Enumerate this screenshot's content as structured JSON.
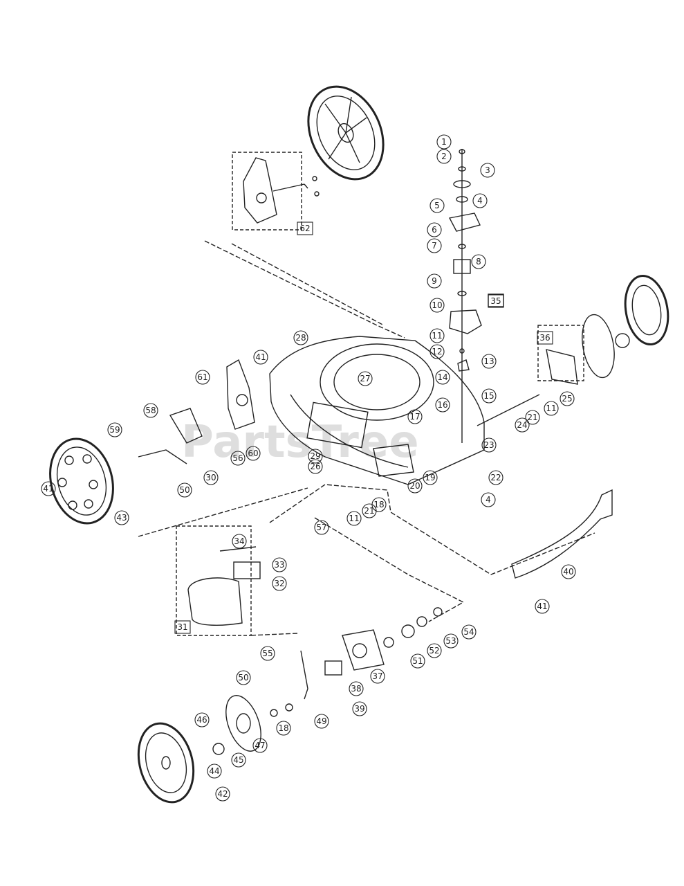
{
  "watermark": "PartsTree",
  "colors": {
    "line": "#222222",
    "paper": "#ffffff",
    "watermark": "#d9d9d9"
  },
  "labels": [
    "1",
    "2",
    "3",
    "4",
    "5",
    "6",
    "7",
    "8",
    "9",
    "10",
    "11",
    "12",
    "13",
    "14",
    "15",
    "16",
    "17",
    "35",
    "36",
    "25",
    "11",
    "24",
    "21",
    "23",
    "22",
    "4",
    "27",
    "28",
    "41",
    "61",
    "58",
    "59",
    "56",
    "60",
    "30",
    "29",
    "26",
    "19",
    "18",
    "20",
    "21",
    "11",
    "57",
    "50",
    "41",
    "43",
    "34",
    "33",
    "32",
    "31",
    "40",
    "41",
    "54",
    "53",
    "52",
    "51",
    "55",
    "37",
    "38",
    "50",
    "39",
    "49",
    "18",
    "47",
    "46",
    "45",
    "44",
    "42",
    "62"
  ],
  "boxed_labels": [
    "62",
    "35",
    "36",
    "31"
  ]
}
